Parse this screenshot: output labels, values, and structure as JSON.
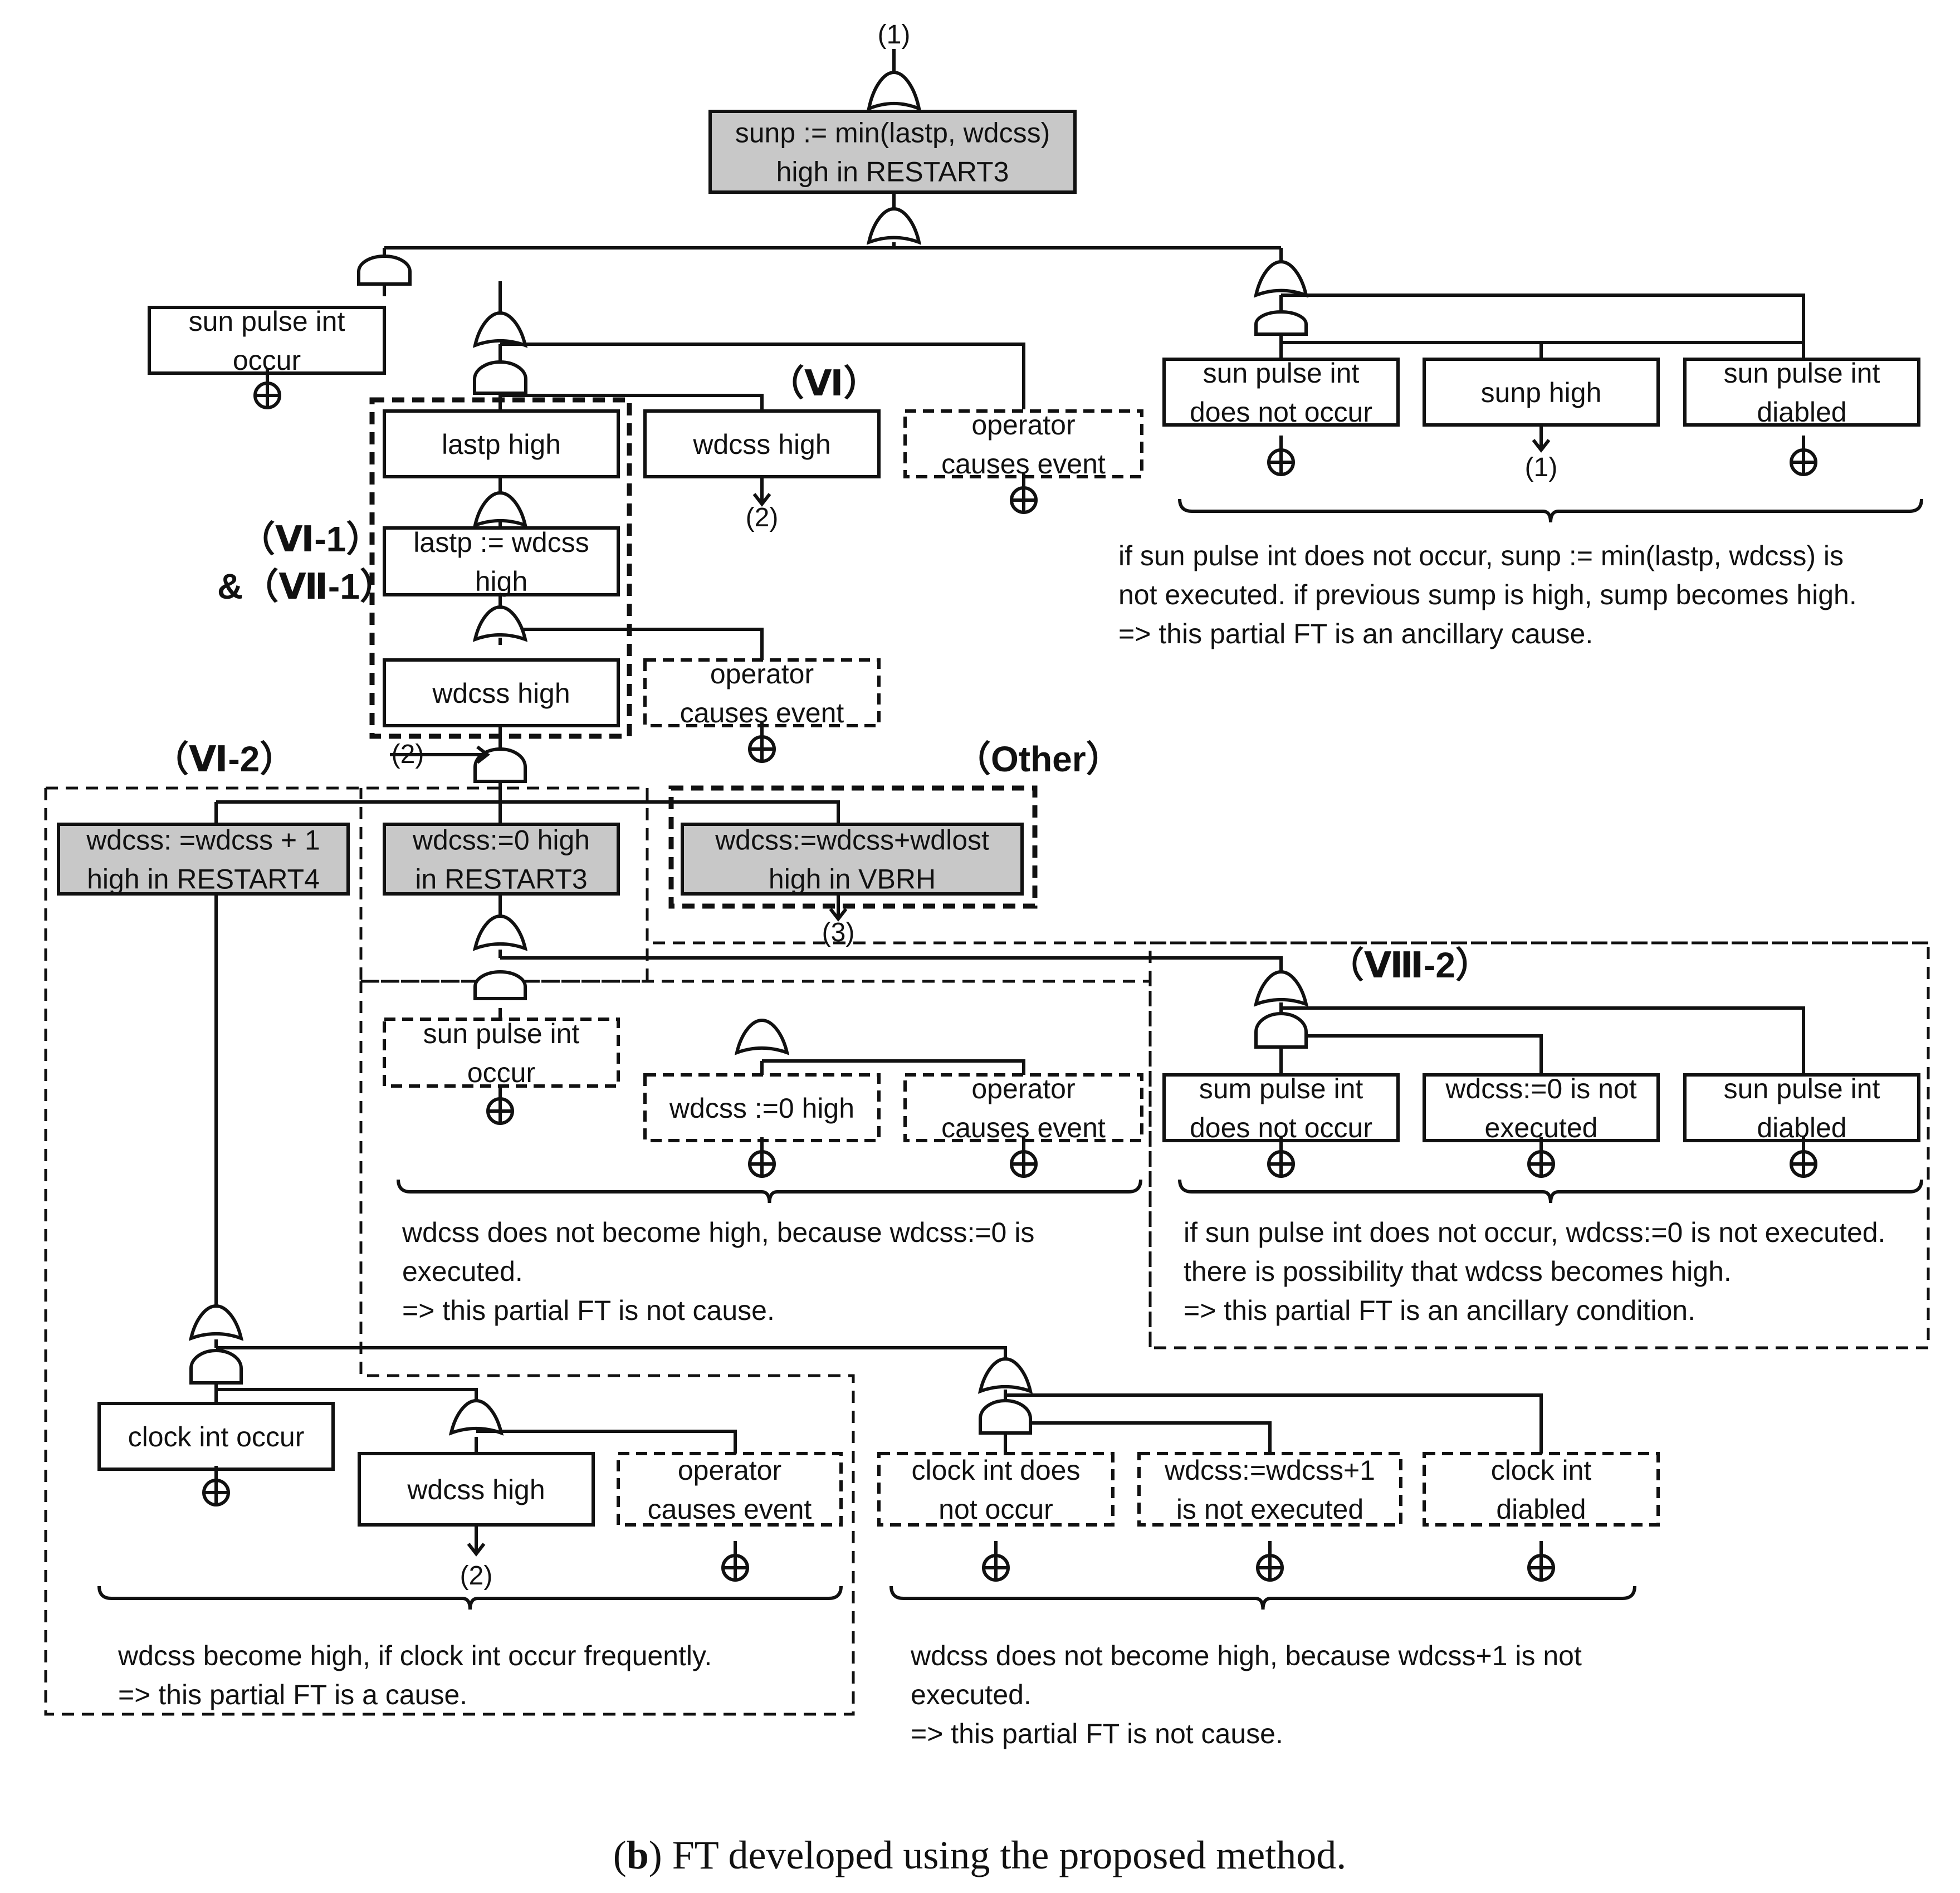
{
  "caption": {
    "letter": "b",
    "text": ") FT developed using the proposed method.",
    "open": "("
  },
  "top_ref": "(1)",
  "boxes": {
    "top": [
      "sunp := min(lastp,  wdcss)",
      "high in RESTART3"
    ],
    "sun_occur": [
      "sun pulse int",
      "occur"
    ],
    "lastp_high": [
      "lastp high"
    ],
    "wdcss_high_a": [
      "wdcss high"
    ],
    "operator_a": [
      "operator",
      "causes event"
    ],
    "sun_no_a": [
      "sun pulse int",
      "does not occur"
    ],
    "sunp_high": [
      "sunp high"
    ],
    "sun_dis_a": [
      "sun pulse int",
      "diabled"
    ],
    "lastp_assign": [
      "lastp := wdcss",
      "high"
    ],
    "wdcss_high_b": [
      "wdcss high"
    ],
    "operator_b": [
      "operator",
      "causes event"
    ],
    "restart4": [
      "wdcss: =wdcss + 1",
      "high in RESTART4"
    ],
    "restart3": [
      "wdcss:=0  high",
      "in RESTART3"
    ],
    "vbrh": [
      "wdcss:=wdcss+wdlost",
      "high in VBRH"
    ],
    "sun_occur_b": [
      "sun pulse int",
      "occur"
    ],
    "wdcss0_high": [
      "wdcss :=0 high"
    ],
    "operator_c": [
      "operator",
      "causes event"
    ],
    "sum_no": [
      "sum pulse int",
      "does not occur"
    ],
    "wdcss0_not": [
      "wdcss:=0 is not",
      "executed"
    ],
    "sun_dis_b": [
      "sun pulse int",
      "diabled"
    ],
    "clock_occur": [
      "clock int occur"
    ],
    "wdcss_high_c": [
      "wdcss high"
    ],
    "operator_d": [
      "operator",
      "causes event"
    ],
    "clock_no": [
      "clock int does",
      "not occur"
    ],
    "wdcss1_not": [
      "wdcss:=wdcss+1",
      "is not executed"
    ],
    "clock_dis": [
      "clock int",
      "diabled"
    ]
  },
  "refs": {
    "r1": "(1)",
    "r2a": "(2)",
    "r2b": "(2)",
    "r2c": "(2)",
    "r3": "(3)"
  },
  "markers": {
    "vi": "（Ⅵ）",
    "vi1_a": "（Ⅵ-1）",
    "vi1_b": "&（Ⅶ-1）",
    "vi2": "（Ⅵ-2）",
    "other": "（Other）",
    "viii2": "（Ⅷ-2）"
  },
  "notes": {
    "right_top": [
      "if sun pulse int does not occur, sunp := min(lastp, wdcss) is",
      "not executed. if previous sump is high, sump becomes high.",
      "=> this partial FT is an ancillary cause."
    ],
    "mid_left": [
      "wdcss does not become high, because wdcss:=0 is",
      "executed.",
      " => this partial FT is not cause."
    ],
    "mid_right": [
      "if sun pulse int does not occur, wdcss:=0 is not executed.",
      "there is possibility  that wdcss becomes high.",
      "=> this partial FT is an ancillary condition."
    ],
    "bottom_left": [
      "wdcss become high, if clock int occur frequently.",
      " => this partial FT is a cause."
    ],
    "bottom_right": [
      "wdcss does not become high, because wdcss+1 is not",
      "executed.",
      " => this partial FT is not cause."
    ]
  }
}
